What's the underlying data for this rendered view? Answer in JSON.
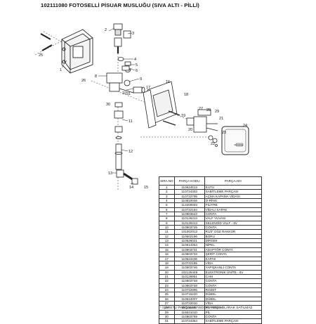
{
  "title": "102111080 FOTOSELLİ PİSUAR MUSLUĞU (SIVA ALTI - PİLLİ)",
  "table": {
    "headers": {
      "no": "SIRA NO",
      "code": "PARÇA KODU",
      "name": "PARÇA ADI"
    },
    "rows": [
      {
        "no": "1",
        "code": "110624513",
        "name": "KUTU"
      },
      {
        "no": "2",
        "code": "110724303",
        "name": "SABİTLEME PARÇASI"
      },
      {
        "no": "3",
        "code": "110722795",
        "name": "AÇMA KAPAMA VİDASI"
      },
      {
        "no": "4",
        "code": "110810046",
        "name": "O-RİNG"
      },
      {
        "no": "5",
        "code": "113200003",
        "name": "FİLİTRE"
      },
      {
        "no": "6",
        "code": "110722194",
        "name": "VİDALI KAPAK"
      },
      {
        "no": "7",
        "code": "110803643",
        "name": "CONTA"
      },
      {
        "no": "8",
        "code": "110126313",
        "name": "VALF YUVASI"
      },
      {
        "no": "9",
        "code": "110126313",
        "name": "SELENOİD VALF - 6V"
      },
      {
        "no": "10",
        "code": "110803725",
        "name": "CONTA"
      },
      {
        "no": "11",
        "code": "101002012",
        "name": "R1/2\" DÜZ RAKKOR"
      },
      {
        "no": "12",
        "code": "110602196",
        "name": "BORU"
      },
      {
        "no": "13",
        "code": "110626021",
        "name": "DİRSEK"
      },
      {
        "no": "14",
        "code": "110614254",
        "name": "NİPEL"
      },
      {
        "no": "15",
        "code": "110803731",
        "name": "ADAPTÖR CONTA"
      },
      {
        "no": "16",
        "code": "110803733",
        "name": "ŞERİT CONTA"
      },
      {
        "no": "17",
        "code": "110624436",
        "name": "KAPAK"
      },
      {
        "no": "18",
        "code": "110722185",
        "name": "VİDA"
      },
      {
        "no": "19",
        "code": "110803746",
        "name": "YAPIŞKANLI CONTA"
      },
      {
        "no": "20",
        "code": "102126449",
        "name": "ELEKTRONİK ÜNİTE - 6V"
      },
      {
        "no": "21",
        "code": "110126951",
        "name": "CAM"
      },
      {
        "no": "22",
        "code": "110803748",
        "name": "CONTA"
      },
      {
        "no": "23",
        "code": "110803748",
        "name": "CONTA"
      },
      {
        "no": "24",
        "code": "110722895",
        "name": "ROZET"
      },
      {
        "no": "25",
        "code": "110715220",
        "name": "DÜBEL"
      },
      {
        "no": "26",
        "code": "110624007",
        "name": "DÜBEL"
      },
      {
        "no": "27",
        "code": "110722010",
        "name": "VİDA"
      },
      {
        "no": "28",
        "code": "110126652",
        "name": "PİL YUVASI"
      },
      {
        "no": "29",
        "code": "116621010",
        "name": "PİL"
      },
      {
        "no": "30",
        "code": "110803769",
        "name": "CONTA"
      },
      {
        "no": "31",
        "code": "110724354",
        "name": "SABİTLEME PARÇASI"
      }
    ],
    "footnote": "* İŞARETLİ PARÇALAR YEDEK PARÇA OLARAK SATILMAZ."
  },
  "diagram": {
    "brand": "Eczacıbaşı",
    "callouts": [
      {
        "id": "c1",
        "text": "1"
      },
      {
        "id": "c2",
        "text": "2"
      },
      {
        "id": "c3",
        "text": "3"
      },
      {
        "id": "c4",
        "text": "4"
      },
      {
        "id": "c5",
        "text": "5"
      },
      {
        "id": "c6",
        "text": "6"
      },
      {
        "id": "c7",
        "text": "7"
      },
      {
        "id": "c8",
        "text": "8"
      },
      {
        "id": "c9",
        "text": "9"
      },
      {
        "id": "c10",
        "text": "10"
      },
      {
        "id": "c11",
        "text": "11"
      },
      {
        "id": "c12",
        "text": "12"
      },
      {
        "id": "c13",
        "text": "13"
      },
      {
        "id": "c14",
        "text": "14"
      },
      {
        "id": "c15",
        "text": "15"
      },
      {
        "id": "c16",
        "text": "16"
      },
      {
        "id": "c17",
        "text": "17"
      },
      {
        "id": "c18",
        "text": "18"
      },
      {
        "id": "c19",
        "text": "19"
      },
      {
        "id": "c20",
        "text": "20"
      },
      {
        "id": "c21",
        "text": "21"
      },
      {
        "id": "c22",
        "text": "22"
      },
      {
        "id": "c23",
        "text": "23"
      },
      {
        "id": "c24",
        "text": "24"
      },
      {
        "id": "c25",
        "text": "25"
      },
      {
        "id": "c26",
        "text": "26"
      },
      {
        "id": "c27",
        "text": "27"
      },
      {
        "id": "c28",
        "text": "28"
      },
      {
        "id": "c29",
        "text": "29"
      },
      {
        "id": "c30",
        "text": "30"
      },
      {
        "id": "c31",
        "text": "31"
      }
    ]
  }
}
